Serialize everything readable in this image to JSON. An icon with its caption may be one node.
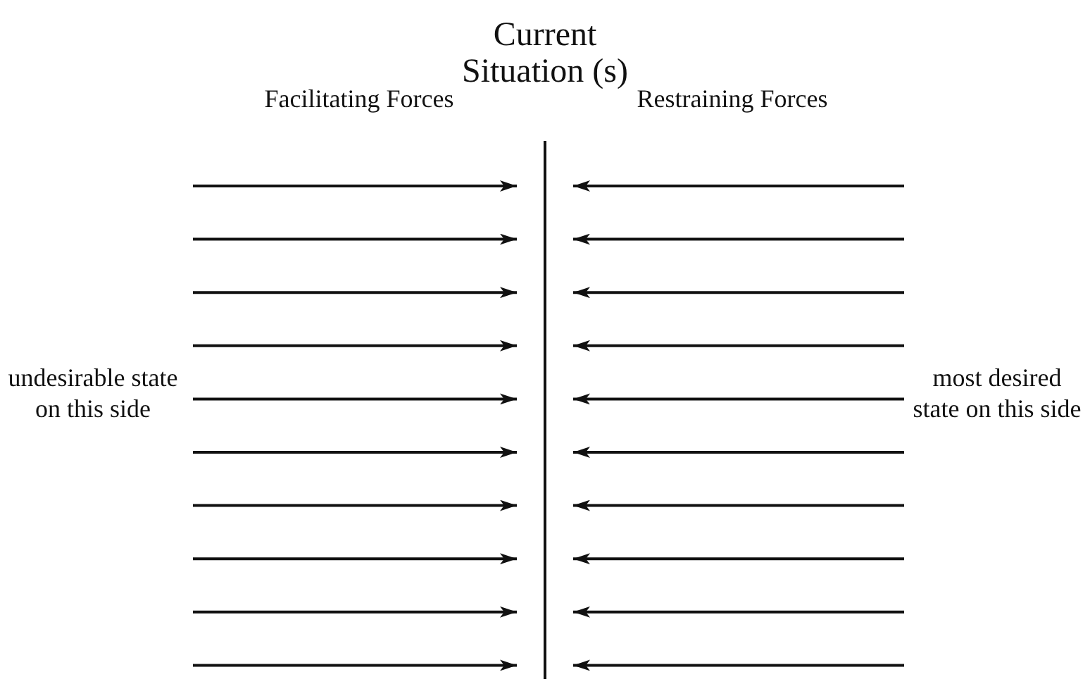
{
  "diagram": {
    "title": "Current Situation (s)",
    "labels": [
      "Facilitating Forces",
      "Restraining Forces",
      "undesirable state on this side",
      "most desired state on this side"
    ]
  }
}
